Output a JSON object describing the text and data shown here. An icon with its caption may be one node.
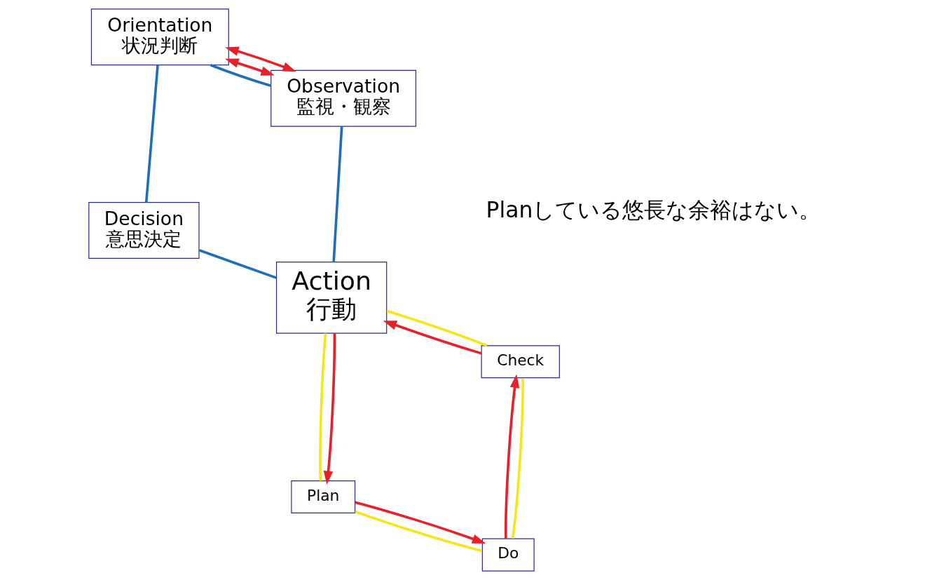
{
  "diagram": {
    "nodes": [
      {
        "text": [
          "Check"
        ]
      },
      {
        "text": [
          "Do"
        ]
      },
      {
        "text": [
          "Plan"
        ]
      },
      {
        "text": [
          "Action",
          "行動"
        ]
      },
      {
        "text": [
          "Observation",
          "監視・観察"
        ]
      },
      {
        "text": [
          "Orientation",
          "状況判断"
        ]
      },
      {
        "text": [
          "Decision",
          "意思決定"
        ]
      }
    ],
    "edges": [
      {
        "from": 2,
        "to": 1,
        "arrow": "to",
        "color": "#e8202a"
      },
      {
        "from": 1,
        "to": 0,
        "arrow": "to",
        "color": "#e8202a"
      },
      {
        "from": 0,
        "to": 3,
        "arrow": "to",
        "color": "#e8202a"
      },
      {
        "from": 3,
        "to": 2,
        "arrow": "to",
        "color": "#e8202a"
      },
      {
        "from": 0,
        "to": 1,
        "arrow": "none",
        "color": "#f5e61a"
      },
      {
        "from": 1,
        "to": 2,
        "arrow": "none",
        "color": "#f5e61a"
      },
      {
        "from": 2,
        "to": 3,
        "arrow": "none",
        "color": "#f5e61a"
      },
      {
        "from": 3,
        "to": 0,
        "arrow": "none",
        "color": "#f5e61a"
      },
      {
        "from": 3,
        "to": 4,
        "arrow": "none",
        "color": "#1f6fb8"
      },
      {
        "from": 4,
        "to": 5,
        "arrow": "none",
        "color": "#1f6fb8"
      },
      {
        "from": 5,
        "to": 6,
        "arrow": "none",
        "color": "#1f6fb8"
      },
      {
        "from": 6,
        "to": 3,
        "arrow": "none",
        "color": "#1f6fb8"
      },
      {
        "from": 4,
        "to": 5,
        "arrow": "both",
        "color": "#e8202a"
      },
      {
        "from": 4,
        "to": 5,
        "arrow": "both",
        "color": "#e8202a"
      }
    ],
    "labels": [
      "Planしている悠長な余裕はない。"
    ]
  }
}
